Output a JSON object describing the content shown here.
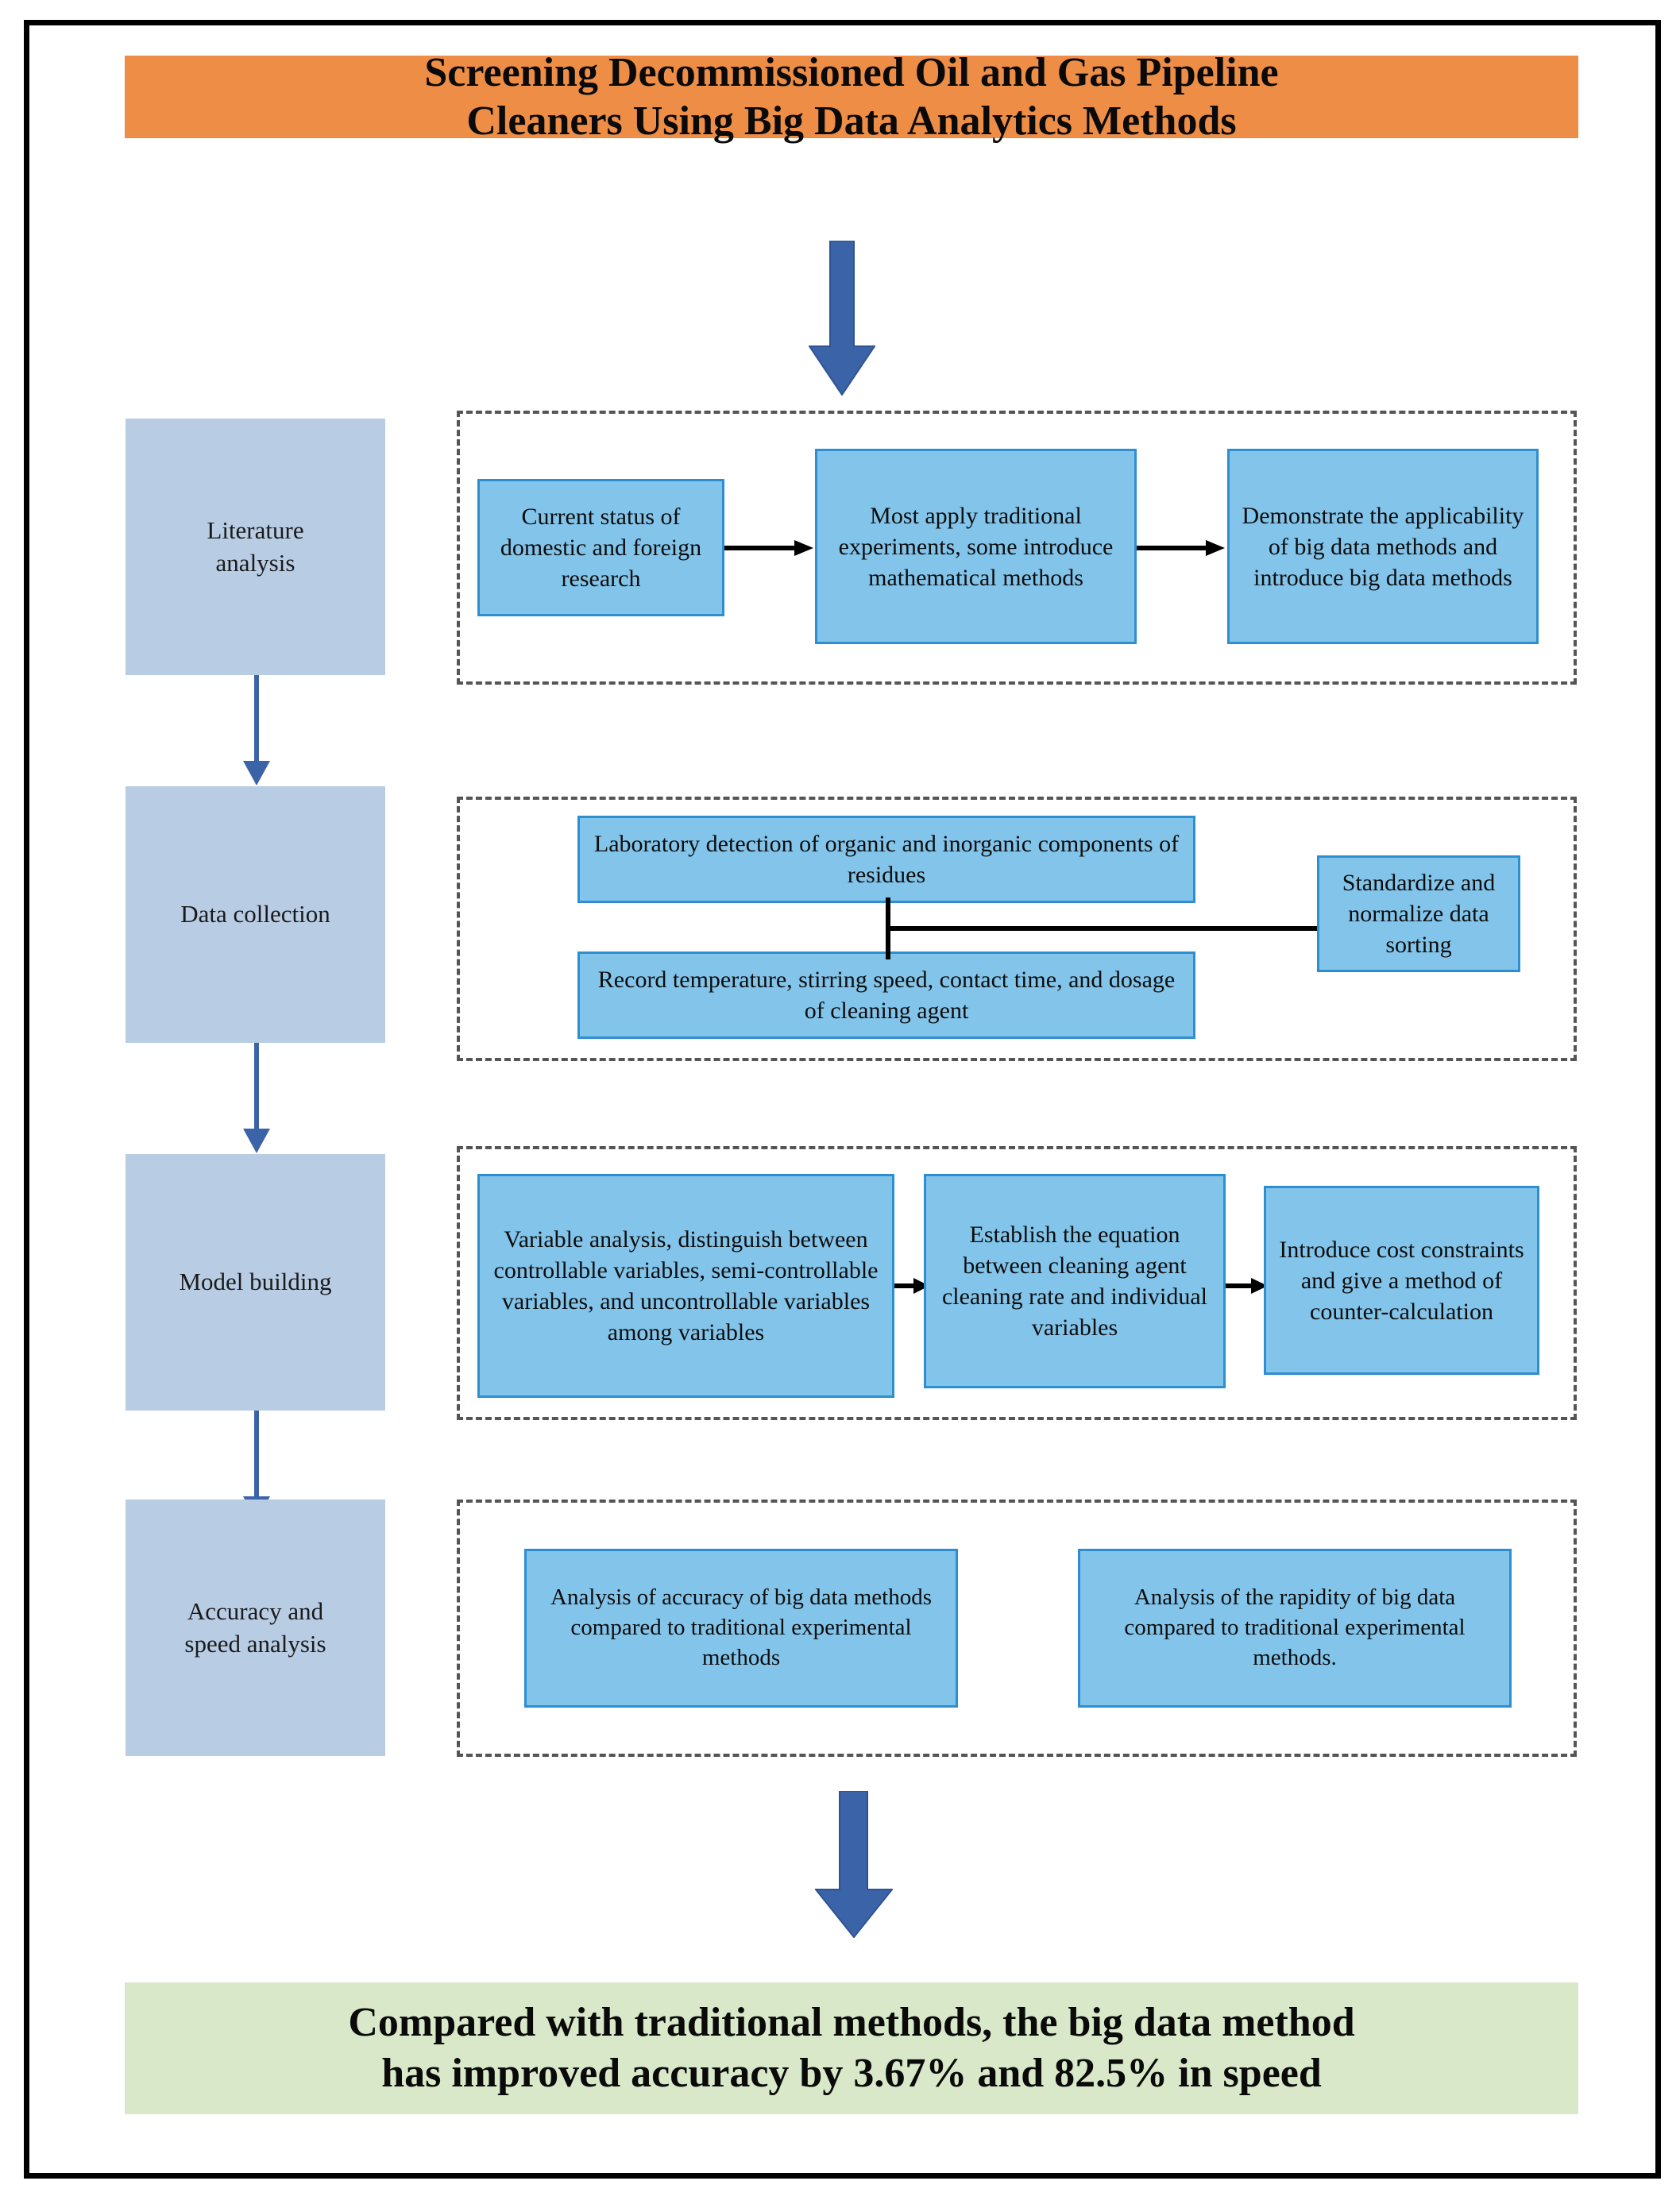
{
  "title": {
    "line1": "Screening Decommissioned Oil and Gas Pipeline",
    "line2": "Cleaners Using Big Data Analytics Methods",
    "background_color": "#ED8D46"
  },
  "conclusion": {
    "line1": "Compared with traditional methods, the big data method",
    "line2": "has improved accuracy by 3.67% and 82.5% in speed",
    "background_color": "#D8E8C8",
    "accuracy_improvement": "3.67%",
    "speed_improvement": "82.5%"
  },
  "colors": {
    "stage_box": "#B8CCE4",
    "process_box_fill": "#82C4EA",
    "process_box_border": "#2E8FD0",
    "block_arrow": "#3B63A8",
    "thin_arrow": "#3B63A8",
    "dashed_border": "#555555",
    "frame": "#000000"
  },
  "stages": [
    {
      "label": "Literature\nanalysis",
      "label_line1": "Literature",
      "label_line2": "analysis",
      "steps": [
        "Current status of domestic and foreign research",
        "Most apply traditional experiments, some introduce mathematical methods",
        "Demonstrate the applicability of big data methods and introduce big data methods"
      ]
    },
    {
      "label": "Data collection",
      "label_line1": "Data collection",
      "label_line2": "",
      "steps": [
        "Laboratory detection of organic and inorganic components of residues",
        "Record temperature, stirring speed, contact time, and dosage of cleaning agent",
        "Standardize and normalize data sorting"
      ]
    },
    {
      "label": "Model building",
      "label_line1": "Model building",
      "label_line2": "",
      "steps": [
        "Variable analysis, distinguish between controllable variables, semi-controllable variables, and uncontrollable variables among variables",
        "Establish the equation between cleaning agent cleaning rate and individual variables",
        "Introduce cost constraints and give a method of counter-calculation"
      ]
    },
    {
      "label": "Accuracy and\nspeed analysis",
      "label_line1": "Accuracy and",
      "label_line2": "speed analysis",
      "steps": [
        "Analysis of accuracy of big data methods compared to traditional experimental methods",
        "Analysis of the rapidity of big data compared to traditional experimental methods."
      ]
    }
  ],
  "icons": {
    "top_arrow": "down-block-arrow",
    "bottom_arrow": "down-block-arrow",
    "stage_link": "down-thin-arrow",
    "step_link": "right-thin-arrow"
  }
}
